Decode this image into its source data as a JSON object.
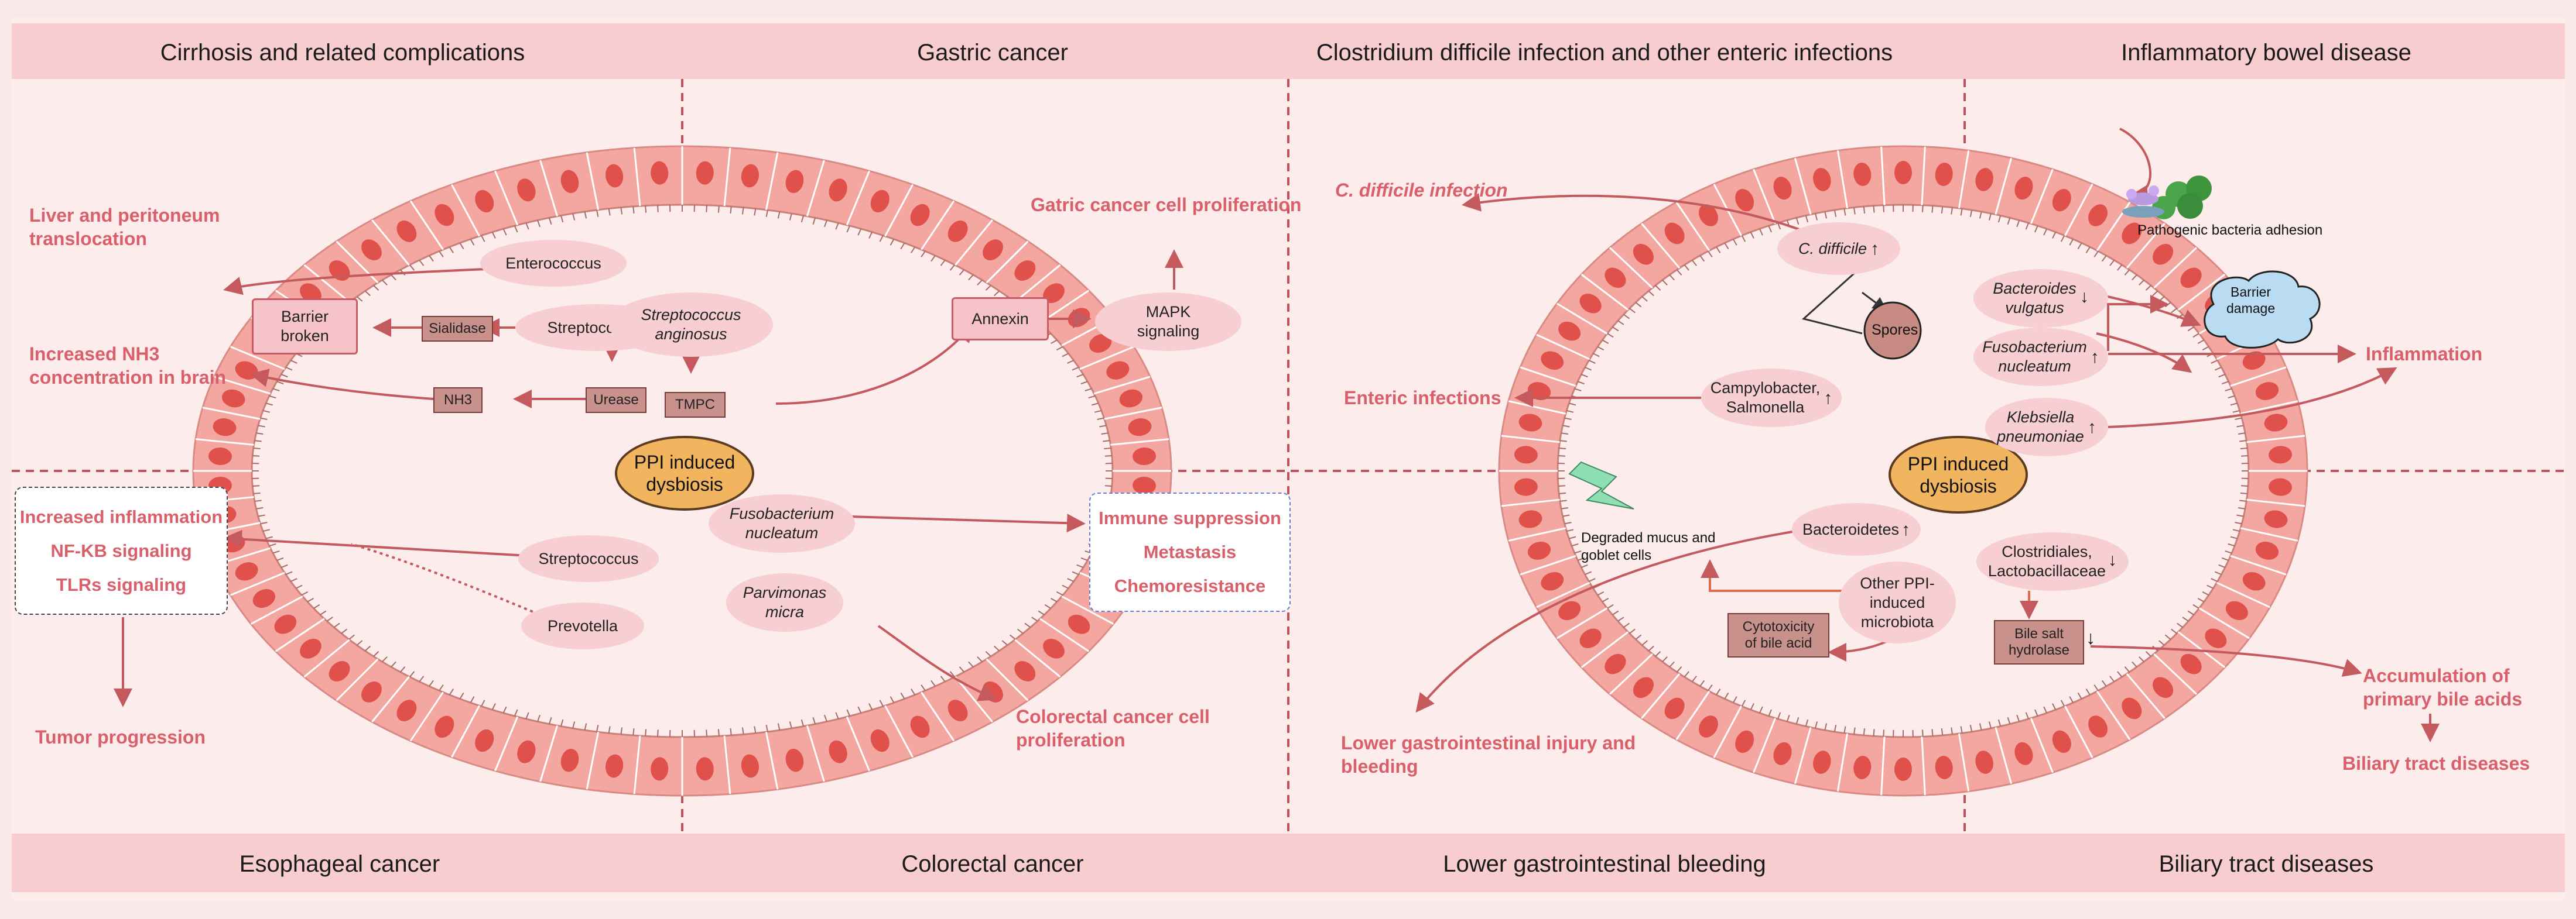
{
  "center_labels": [
    {
      "id": "ppi-left",
      "text": "PPI induced\ndysbiosis"
    },
    {
      "id": "ppi-right",
      "text": "PPI induced\ndysbiosis"
    }
  ],
  "quadrants": {
    "top": [
      "Cirrhosis and related complications",
      "Gastric cancer",
      "Clostridium difficile infection and other enteric infections",
      "Inflammatory bowel disease"
    ],
    "bottom": [
      "Esophageal cancer",
      "Colorectal cancer",
      "Lower gastrointestinal bleeding",
      "Biliary tract diseases"
    ]
  },
  "cirrhosis": {
    "outcomes": [
      "Liver  and peritoneum\ntranslocation",
      "Increased NH3\nconcentration in brain"
    ],
    "barrier": "Barrier\nbroken",
    "bacteria": [
      "Enterococcus",
      "Streptococcus"
    ],
    "enzymes": [
      "Sialidase",
      "Urease",
      "NH3"
    ]
  },
  "gastric": {
    "bacterium": "Streptococcus\nanginosus",
    "tmpc": "TMPC",
    "annexin": "Annexin",
    "mapk": "MAPK\nsignaling",
    "outcome": "Gatric cancer cell proliferation"
  },
  "esophageal": {
    "effects": [
      "Increased inflammation",
      "NF-KB signaling",
      "TLRs signaling"
    ],
    "bacteria": [
      "Streptococcus",
      "Prevotella"
    ],
    "outcome": "Tumor progression"
  },
  "colorectal": {
    "bacteria": [
      "Fusobacterium\nnucleatum",
      "Parvimonas\nmicra"
    ],
    "effects": [
      "Immune suppression",
      "Metastasis",
      "Chemoresistance"
    ],
    "outcome": "Colorectal cancer cell\nproliferation"
  },
  "cdiff": {
    "outcome": "C. difficile infection",
    "bacterium": "C. difficile",
    "spores": "Spores",
    "enteric_bacteria": "Campylobacter,\nSalmonella",
    "enteric_outcome": "Enteric infections"
  },
  "ibd": {
    "adhesion": "Pathogenic bacteria adhesion",
    "bacteria": [
      "Bacteroides\nvulgatus",
      "Fusobacterium\nnucleatum",
      "Klebsiella\npneumoniae"
    ],
    "barrier": "Barrier\ndamage",
    "outcome": "Inflammation"
  },
  "bleeding": {
    "bacteria": [
      "Bacteroidetes",
      "Other PPI-\ninduced\nmicrobiota"
    ],
    "mucus": "Degraded mucus and\ngoblet cells",
    "cytotoxicity": "Cytotoxicity\nof bile acid",
    "outcome": "Lower gastrointestinal injury and\nbleeding"
  },
  "biliary": {
    "bacteria": "Clostridiales,\nLactobacillaceae",
    "hydrolase": "Bile salt\nhydrolase",
    "outcome": "Accumulation of\nprimary bile acids",
    "disease": "Biliary tract diseases"
  },
  "colors": {
    "band": "#f7cdd0",
    "background": "#fbe8e9",
    "cell": "#f4a7a0",
    "nucleus": "#e0514b",
    "arrow": "#c45a5e",
    "text_red": "#d9606a"
  }
}
